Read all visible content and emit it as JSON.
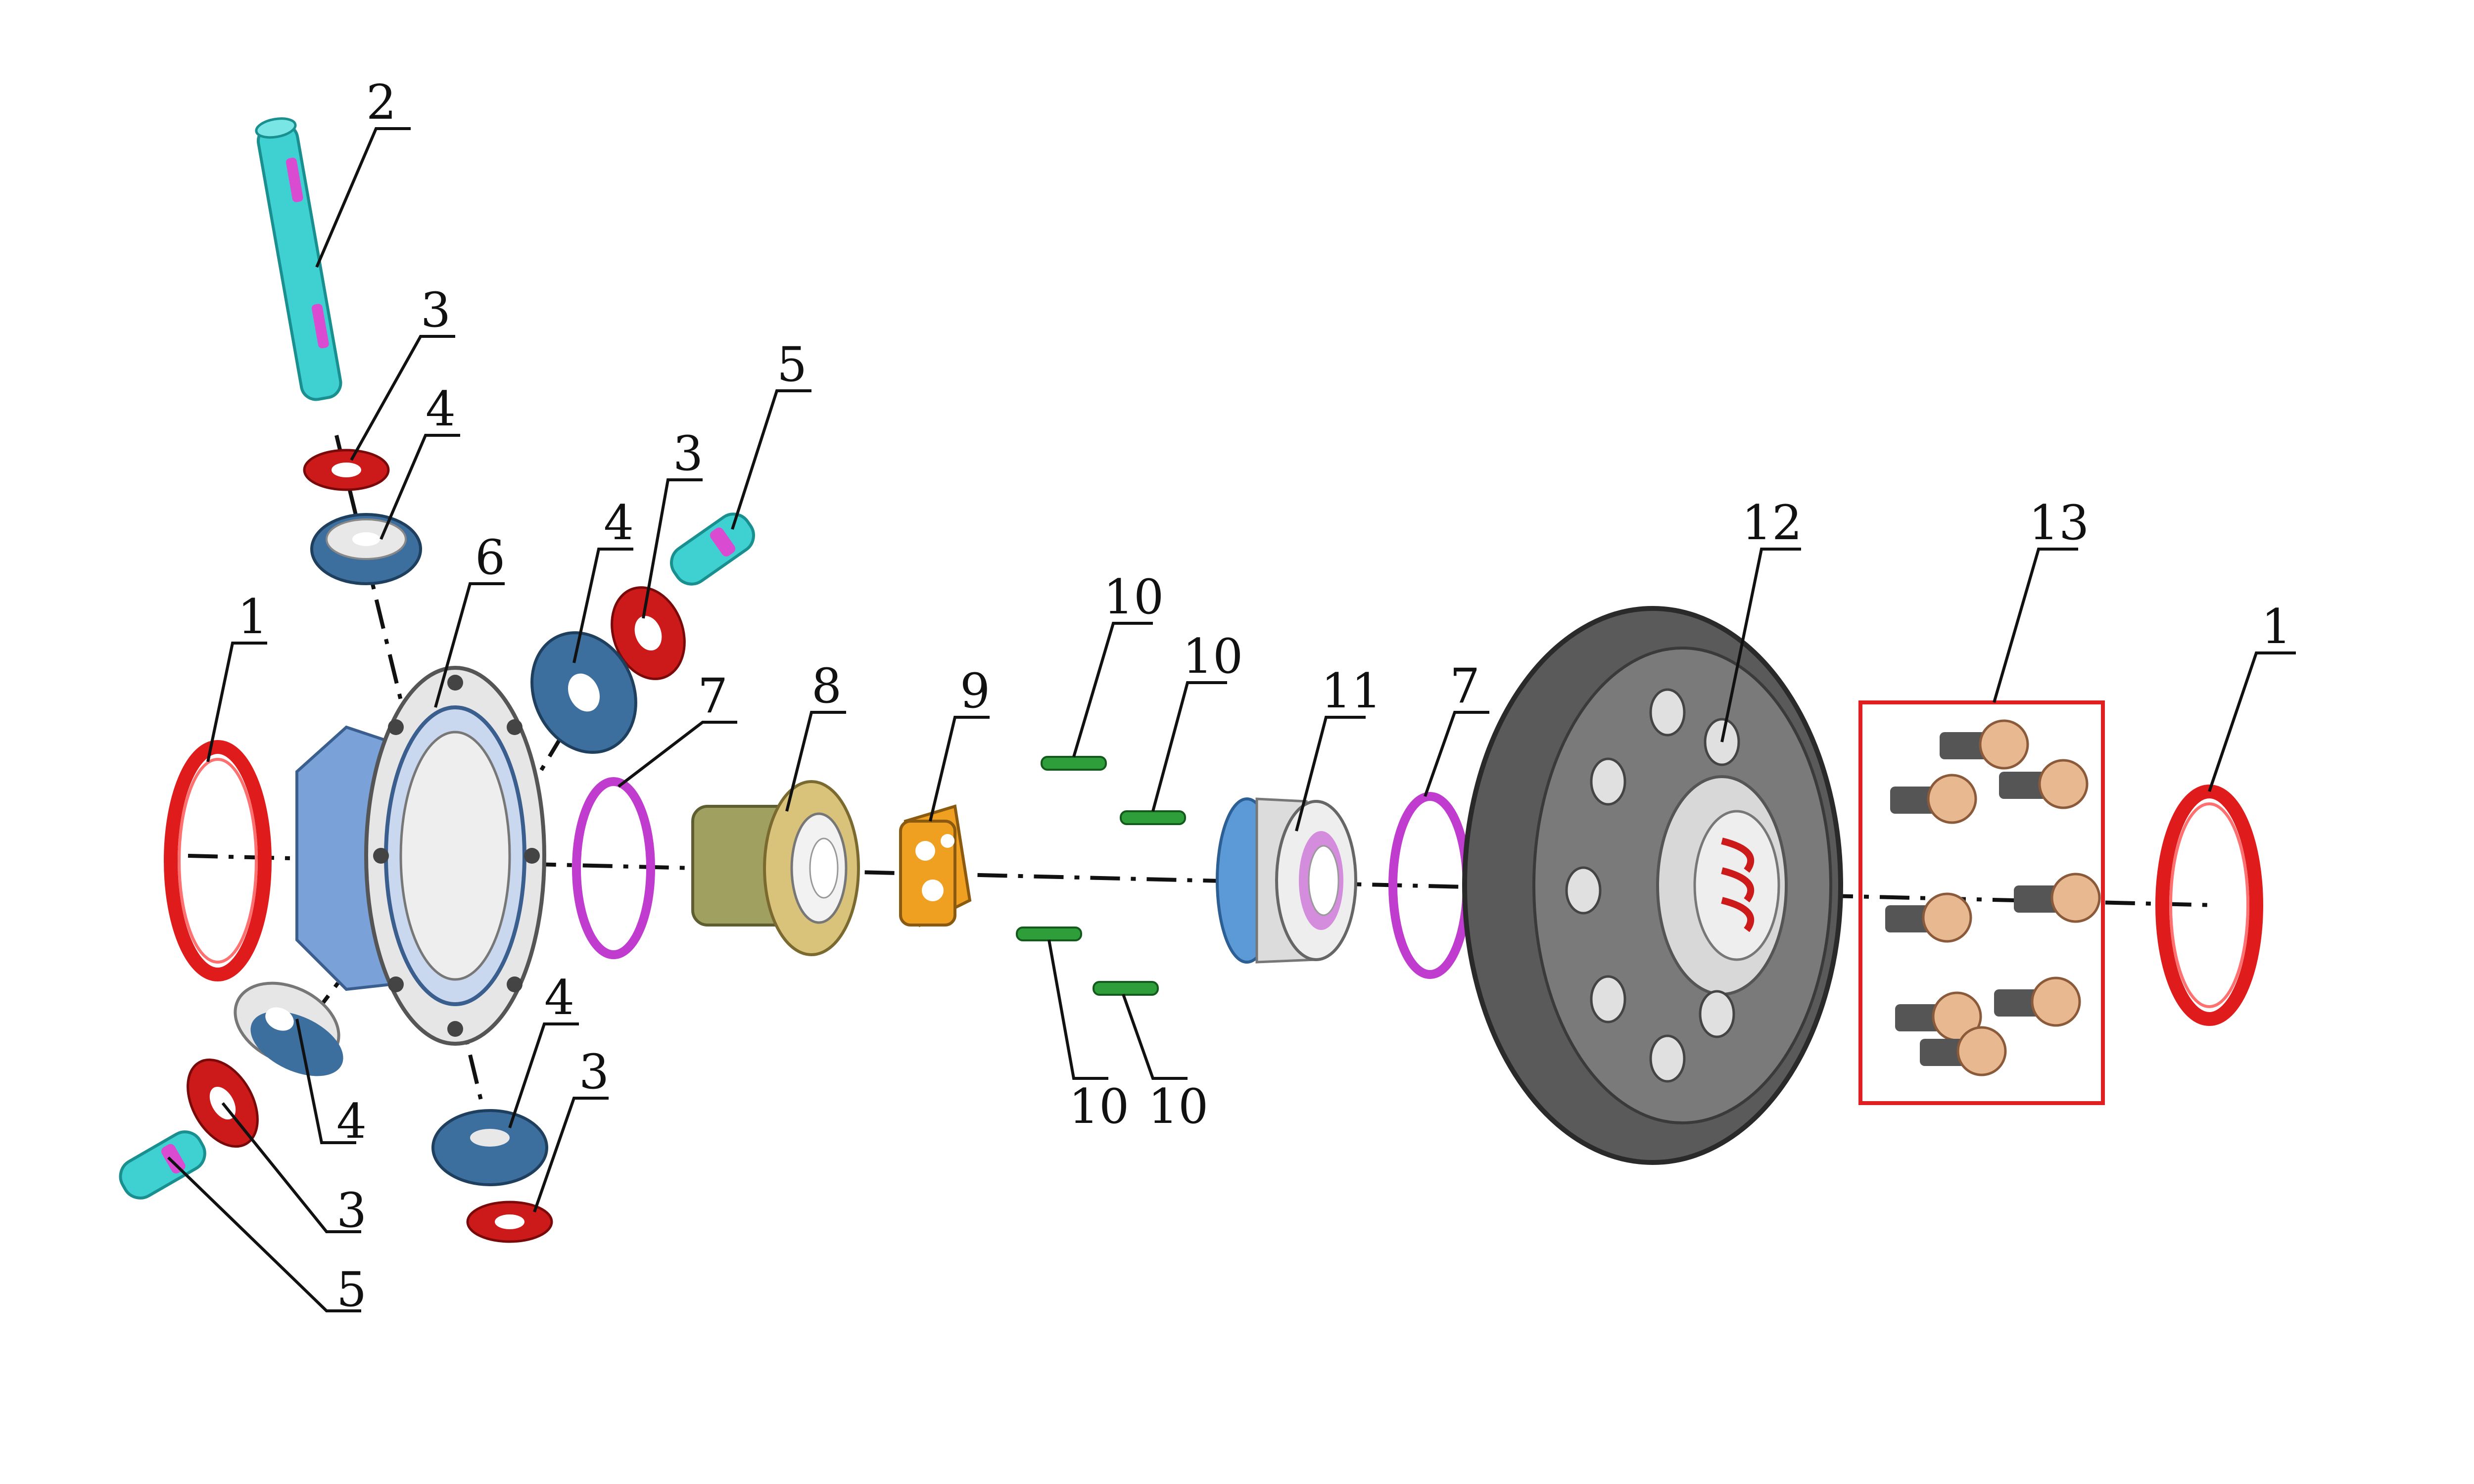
{
  "diagram": {
    "callouts": {
      "c1_left": "1",
      "c1_right": "1",
      "c2": "2",
      "c3_top": "3",
      "c3_mid": "3",
      "c3_lower_left": "3",
      "c3_lower_right": "3",
      "c4_top": "4",
      "c4_mid": "4",
      "c4_lower_left": "4",
      "c4_lower_right": "4",
      "c5_top": "5",
      "c5_bottom": "5",
      "c6": "6",
      "c7_left": "7",
      "c7_right": "7",
      "c8": "8",
      "c9": "9",
      "c10_a": "10",
      "c10_b": "10",
      "c10_c": "10",
      "c10_d": "10",
      "c11": "11",
      "c12": "12",
      "c13": "13"
    },
    "colors": {
      "snap_ring": "#e01b1b",
      "cross_shaft": "#3fd1d1",
      "shaft_marks": "#d94bd1",
      "thrust_washer": "#cc1a1a",
      "pinion_gear": "#3d6f9e",
      "case": "#e6e6e6",
      "case_inner": "#7aa2d8",
      "spacer_ring": "#c03ccf",
      "side_gear_teeth": "#d9c27a",
      "spline_body": "#a0a060",
      "block": "#f0a020",
      "pin": "#2e9e3a",
      "bearing_teeth": "#5b9ad6",
      "ring_gear": "#6e6e6e",
      "bolt": "#e8b890",
      "highlight_box": "#e02020"
    },
    "icons": {
      "bolt": "hex-flange-bolt-icon",
      "pin": "dowel-pin-icon"
    }
  }
}
